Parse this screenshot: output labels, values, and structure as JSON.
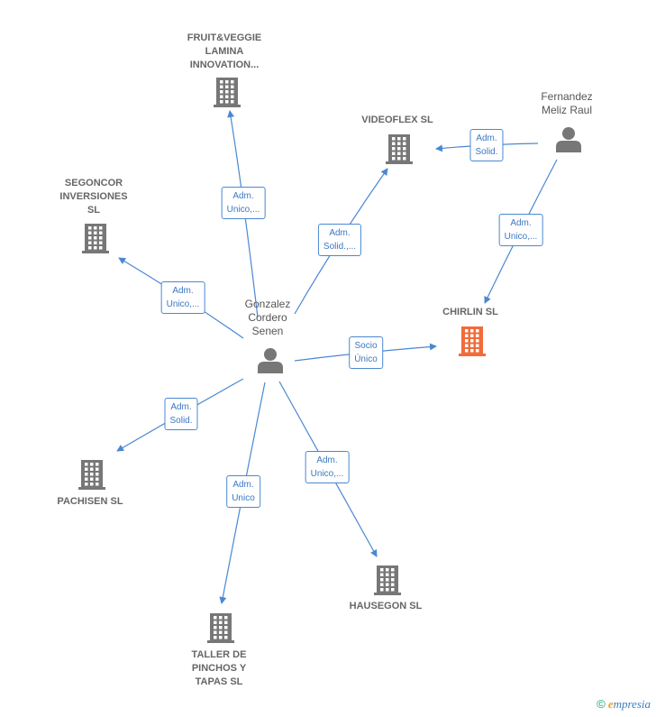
{
  "colors": {
    "edge": "#4a88d1",
    "icon_gray": "#777777",
    "icon_highlight": "#f26b3a"
  },
  "nodes": [
    {
      "id": "gonzalez",
      "label": "Gonzalez\nCordero\nSenen",
      "kind": "person",
      "icon": "person-icon"
    },
    {
      "id": "fernandez",
      "label": "Fernandez\nMeliz Raul",
      "kind": "person",
      "icon": "person-icon"
    },
    {
      "id": "chirlin",
      "label": "CHIRLIN  SL",
      "kind": "company-highlight",
      "icon": "building-icon"
    },
    {
      "id": "fruit",
      "label": "FRUIT&VEGGIE\nLAMINA\nINNOVATION...",
      "kind": "company",
      "icon": "building-icon"
    },
    {
      "id": "videoflex",
      "label": "VIDEOFLEX SL",
      "kind": "company",
      "icon": "building-icon"
    },
    {
      "id": "segoncor",
      "label": "SEGONCOR\nINVERSIONES\nSL",
      "kind": "company",
      "icon": "building-icon"
    },
    {
      "id": "pachisen",
      "label": "PACHISEN  SL",
      "kind": "company",
      "icon": "building-icon"
    },
    {
      "id": "taller",
      "label": "TALLER DE\nPINCHOS Y\nTAPAS SL",
      "kind": "company",
      "icon": "building-icon"
    },
    {
      "id": "hausegon",
      "label": "HAUSEGON  SL",
      "kind": "company",
      "icon": "building-icon"
    }
  ],
  "edges": [
    {
      "from": "gonzalez",
      "to": "fruit",
      "label": "Adm.\nUnico,..."
    },
    {
      "from": "gonzalez",
      "to": "videoflex",
      "label": "Adm.\nSolid.,..."
    },
    {
      "from": "gonzalez",
      "to": "segoncor",
      "label": "Adm.\nUnico,..."
    },
    {
      "from": "gonzalez",
      "to": "chirlin",
      "label": "Socio\nÚnico"
    },
    {
      "from": "gonzalez",
      "to": "pachisen",
      "label": "Adm.\nSolid."
    },
    {
      "from": "gonzalez",
      "to": "taller",
      "label": "Adm.\nUnico"
    },
    {
      "from": "gonzalez",
      "to": "hausegon",
      "label": "Adm.\nUnico,..."
    },
    {
      "from": "fernandez",
      "to": "videoflex",
      "label": "Adm.\nSolid."
    },
    {
      "from": "fernandez",
      "to": "chirlin",
      "label": "Adm.\nUnico,..."
    }
  ],
  "footer": {
    "copyright_symbol": "©",
    "brand_initial": "e",
    "brand_rest": "mpresia"
  }
}
